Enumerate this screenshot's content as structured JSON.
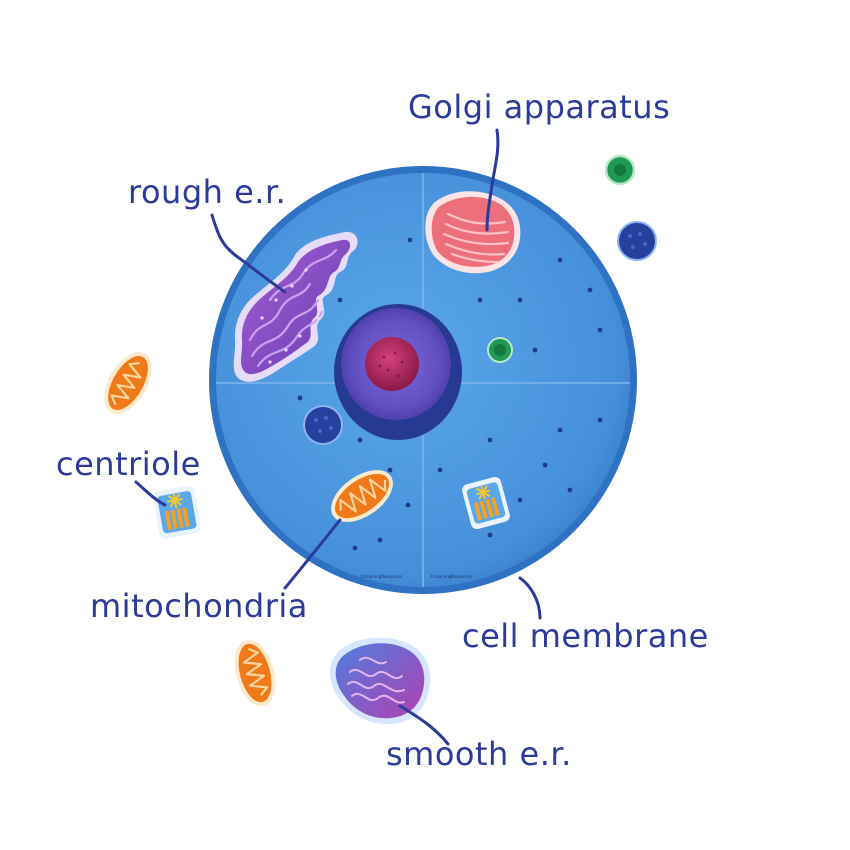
{
  "diagram": {
    "labels": {
      "golgi": "Golgi apparatus",
      "rough_er": "rough e.r.",
      "centriole": "centriole",
      "mitochondria": "mitochondria",
      "cell_membrane": "cell membrane",
      "smooth_er": "smooth e.r."
    },
    "colors": {
      "cytoplasm": "#4b96de",
      "membrane": "#2f72c4",
      "nucleus_ring": "#2d3f9e",
      "nucleus": "#6a58c9",
      "nucleolus": "#b0245e",
      "mitochondrion": "#f07a1a",
      "golgi": "#ee6f7c",
      "rough_er": "#8b4fc4",
      "centriole": "#f4a12a",
      "lysosome": "#26409e",
      "ribosome_green": "#1f9a55",
      "label_text": "#2c3a9a"
    }
  }
}
